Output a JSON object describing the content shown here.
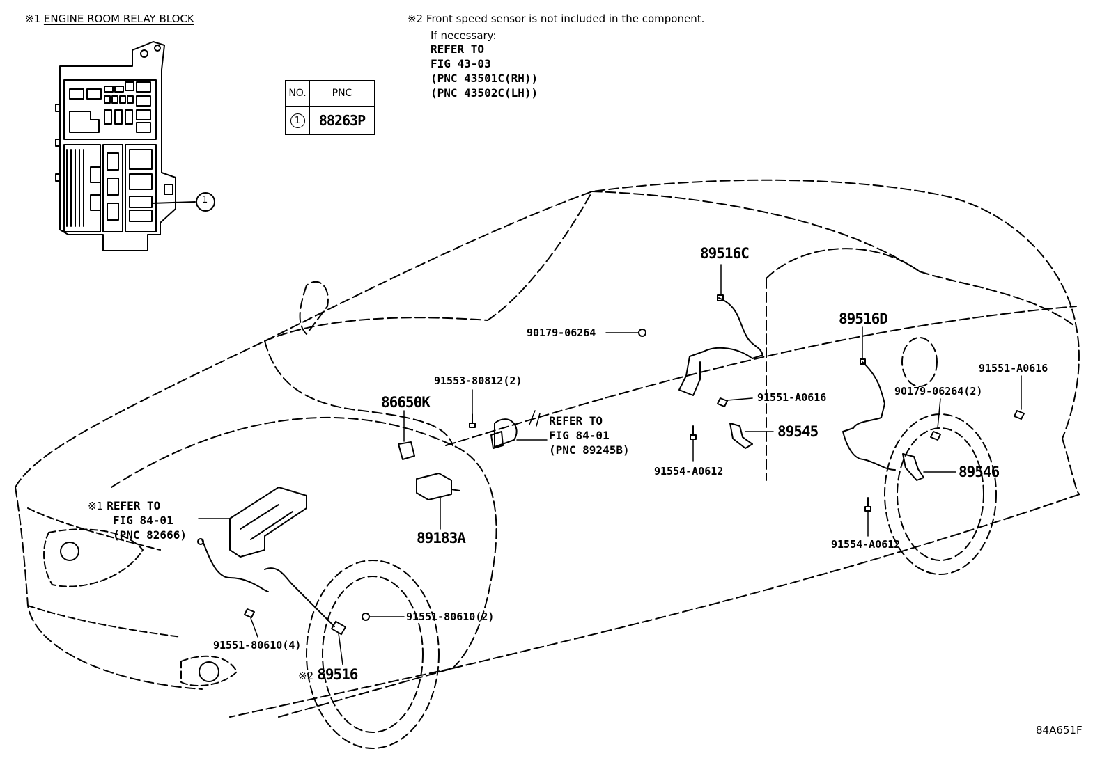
{
  "relay_block": {
    "mark": "※1",
    "title": "ENGINE ROOM RELAY BLOCK",
    "callout": "1"
  },
  "note2": {
    "mark": "※2",
    "text": "Front speed sensor is not included in the component.",
    "lines": [
      "If necessary:",
      "REFER TO",
      "FIG 43-03",
      "(PNC 43501C(RH))",
      "(PNC 43502C(LH))"
    ]
  },
  "pnc_table": {
    "headers": [
      "NO.",
      "PNC"
    ],
    "rows": [
      {
        "no": "1",
        "pnc": "88263P"
      }
    ]
  },
  "callouts": {
    "c_89516C": "89516C",
    "c_90179_06264": "90179-06264",
    "c_89516D": "89516D",
    "c_91551_A0616_right": "91551-A0616",
    "c_91553_80812": "91553-80812(2)",
    "c_86650K": "86650K",
    "c_91551_A0616_mid": "91551-A0616",
    "c_90179_06264_2": "90179-06264(2)",
    "c_89545": "89545",
    "c_89546": "89546",
    "c_91554_A0612_mid": "91554-A0612",
    "c_89183A": "89183A",
    "c_91554_A0612_rear": "91554-A0612",
    "c_91551_80610_2": "91551-80610(2)",
    "c_91551_80610_4": "91551-80610(4)",
    "c_89516_mark": "※2",
    "c_89516": "89516"
  },
  "refer_airbag": {
    "lines": [
      "REFER TO",
      "FIG 84-01",
      "(PNC 89245B)"
    ]
  },
  "refer_relay": {
    "mark": "※1",
    "lines": [
      "REFER TO",
      "FIG 84-01",
      "(PNC 82666)"
    ]
  },
  "figure_id": "84A651F"
}
